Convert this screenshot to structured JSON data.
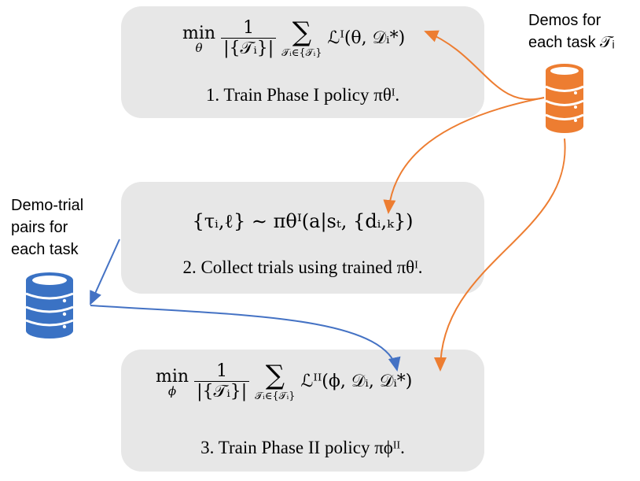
{
  "step1": {
    "formula_min": "min",
    "formula_min_var": "θ",
    "formula_num": "1",
    "formula_den": "|{𝒯ᵢ}|",
    "formula_sum": "∑",
    "formula_sum_sub": "𝒯ᵢ∈{𝒯ᵢ}",
    "formula_body": "ℒᴵ(θ, 𝒟ᵢ*)",
    "caption": "1. Train Phase I policy πθᴵ."
  },
  "step2": {
    "formula": "{τᵢ,ℓ} ∼ πθᴵ(a|sₜ, {dᵢ,ₖ})",
    "caption": "2. Collect trials using trained πθᴵ."
  },
  "step3": {
    "formula_min": "min",
    "formula_min_var": "ϕ",
    "formula_num": "1",
    "formula_den": "|{𝒯ᵢ}|",
    "formula_sum": "∑",
    "formula_sum_sub": "𝒯ᵢ∈{𝒯ᵢ}",
    "formula_body": "ℒᴵᴵ(ϕ, 𝒟ᵢ, 𝒟ᵢ*)",
    "caption": "3. Train Phase II policy πϕᴵᴵ."
  },
  "demos_label": {
    "line1": "Demos for",
    "line2": "each task 𝒯ᵢ"
  },
  "pairs_label": {
    "line1": "Demo-trial",
    "line2": "pairs for",
    "line3": "each task"
  },
  "colors": {
    "box_fill": "#e7e7e7",
    "demos_db": "#ed7d31",
    "pairs_db": "#3a72c4",
    "orange_arrow": "#ed7d31",
    "blue_arrow": "#4472c4"
  },
  "icons": {
    "demos_database": "database-icon",
    "pairs_database": "database-icon"
  }
}
